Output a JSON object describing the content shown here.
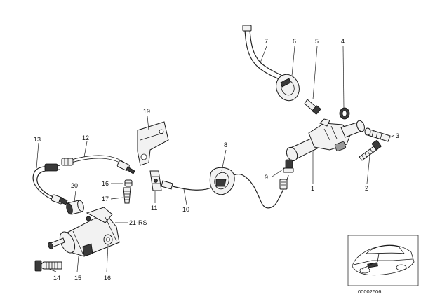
{
  "callouts": {
    "c1": "1",
    "c2": "2",
    "c3": "3",
    "c4": "4",
    "c5": "5",
    "c6": "6",
    "c7": "7",
    "c8": "8",
    "c9": "9",
    "c10": "10",
    "c11": "11",
    "c12": "12",
    "c13": "13",
    "c14": "14",
    "c15": "15",
    "c16a": "16",
    "c16b": "16",
    "c17": "17",
    "c19": "19",
    "c20": "20",
    "c21": "21-RS"
  },
  "inset": {
    "reference_number": "00002606"
  }
}
